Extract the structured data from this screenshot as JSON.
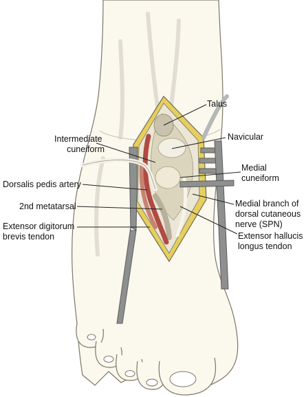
{
  "labels": {
    "talus": [
      "Talus"
    ],
    "intermediate_cuneiform": [
      "Intermediate",
      "cuneiform"
    ],
    "navicular": [
      "Navicular"
    ],
    "medial_cuneiform": [
      "Medial",
      "cuneiform"
    ],
    "dorsalis_pedis_artery": [
      "Dorsalis pedis artery"
    ],
    "second_metatarsal": [
      "2nd metatarsal"
    ],
    "medial_branch_spn": [
      "Medial branch of",
      "dorsal cutaneous",
      "nerve (SPN)"
    ],
    "extensor_digitorum_brevis": [
      "Extensor digitorum",
      "brevis tendon"
    ],
    "extensor_hallucis_longus": [
      "Extensor hallucis",
      "longus tendon"
    ]
  },
  "colors": {
    "skin_fill": "#fbf8ee",
    "skin_outline": "#7a7565",
    "subcutaneous_fat": "#e6cf5e",
    "joint_capsule": "#dcd5bd",
    "artery": "#b04a42",
    "retractor": "#8d908f",
    "leader_line": "#222222"
  },
  "icons": [
    "retractor-left",
    "retractor-right-rake",
    "rubber-vessel-loop",
    "forceps"
  ]
}
